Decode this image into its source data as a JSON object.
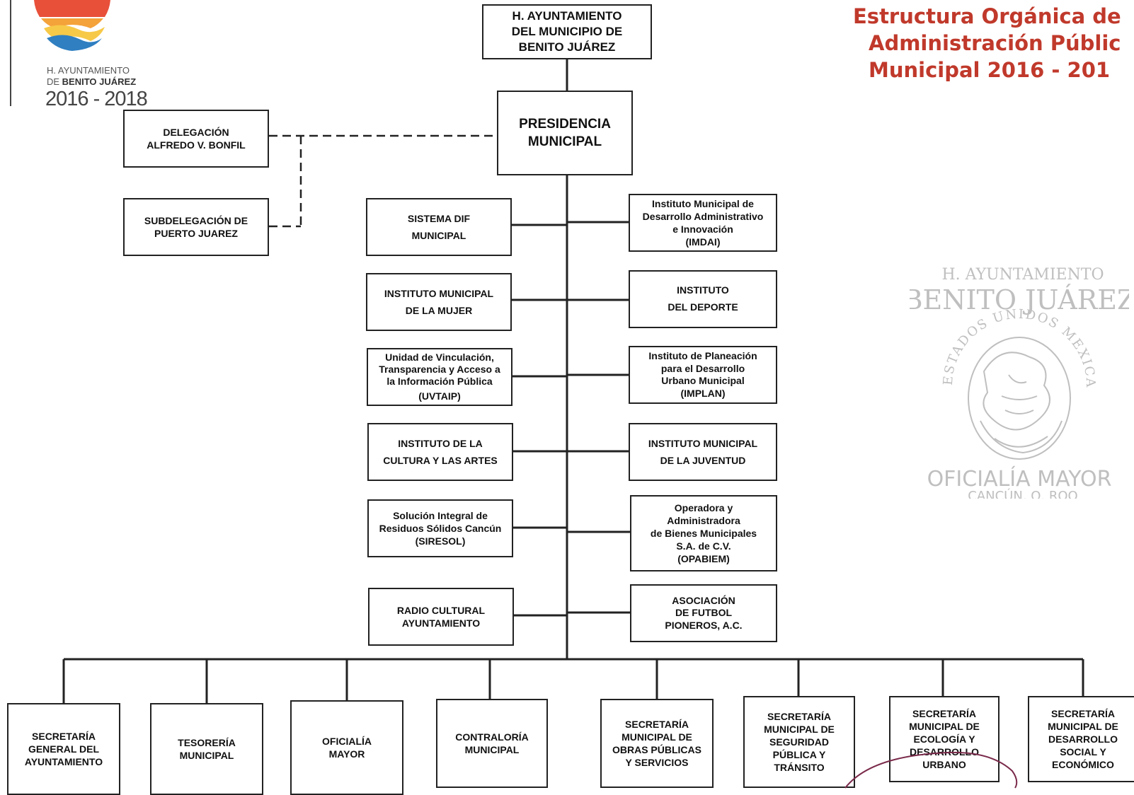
{
  "title": {
    "lines": [
      "Estructura Orgánica de",
      "Administración Públic",
      "Municipal 2016 - 201"
    ],
    "color": "#c0392b"
  },
  "logo": {
    "line1": "H. AYUNTAMIENTO",
    "line2a": "DE ",
    "line2b": "BENITO JUÁREZ",
    "years": "2016 - 2018",
    "colors": {
      "red": "#e8503a",
      "orange": "#f4a23a",
      "yellow": "#f7c948",
      "blue": "#2f7fc1"
    }
  },
  "org": {
    "ayuntamiento": [
      "H. AYUNTAMIENTO",
      "DEL MUNICIPIO DE",
      "BENITO JUÁREZ"
    ],
    "presidencia": [
      "PRESIDENCIA",
      "MUNICIPAL"
    ],
    "delegacion": [
      "DELEGACIÓN",
      "ALFREDO V. BONFIL"
    ],
    "subdelegacion": [
      "SUBDELEGACIÓN DE",
      "PUERTO JUAREZ"
    ],
    "left": [
      [
        "SISTEMA DIF",
        "MUNICIPAL"
      ],
      [
        "INSTITUTO MUNICIPAL",
        "DE LA MUJER"
      ],
      [
        "Unidad de Vinculación,",
        "Transparencia y Acceso  a",
        "la Información Pública",
        "(UVTAIP)"
      ],
      [
        "INSTITUTO DE LA",
        "CULTURA Y LAS ARTES"
      ],
      [
        "Solución Integral de",
        "Residuos Sólidos Cancún",
        "(SIRESOL)"
      ],
      [
        "RADIO CULTURAL",
        "AYUNTAMIENTO"
      ]
    ],
    "right": [
      [
        "Instituto Municipal de",
        "Desarrollo Administrativo",
        "e Innovación",
        "(IMDAI)"
      ],
      [
        "INSTITUTO",
        "DEL DEPORTE"
      ],
      [
        "Instituto  de Planeación",
        "para el Desarrollo",
        "Urbano  Municipal",
        "(IMPLAN)"
      ],
      [
        "INSTITUTO MUNICIPAL",
        "DE LA JUVENTUD"
      ],
      [
        "Operadora y",
        "Administradora",
        "de Bienes Municipales",
        "S.A. de C.V.",
        "(OPABIEM)"
      ],
      [
        "ASOCIACIÓN",
        "DE FUTBOL",
        "PIONEROS, A.C."
      ]
    ],
    "bottom": [
      [
        "SECRETARÍA",
        "GENERAL DEL",
        "AYUNTAMIENTO"
      ],
      [
        "TESORERÍA",
        "MUNICIPAL"
      ],
      [
        "OFICIALÍA",
        "MAYOR"
      ],
      [
        "CONTRALORÍA",
        "MUNICIPAL"
      ],
      [
        "SECRETARÍA",
        "MUNICIPAL DE",
        "OBRAS PÚBLICAS",
        "Y SERVICIOS"
      ],
      [
        "SECRETARÍA",
        "MUNICIPAL DE",
        "SEGURIDAD",
        "PÚBLICA Y",
        "TRÁNSITO"
      ],
      [
        "SECRETARÍA",
        "MUNICIPAL DE",
        "ECOLOGÍA Y",
        "DESARROLLO",
        "URBANO"
      ],
      [
        "SECRETARÍA",
        "MUNICIPAL DE",
        "DESARROLLO",
        "SOCIAL Y",
        "ECONÓMICO"
      ]
    ]
  },
  "stamp": {
    "top": "H. AYUNTAMIENTO",
    "name": "BENITO JUÁREZ",
    "ring": "ESTADOS UNIDOS MEXICANOS",
    "bottom1": "OFICIALÍA MAYOR",
    "bottom2": "CANCÚN, Q. ROO"
  }
}
